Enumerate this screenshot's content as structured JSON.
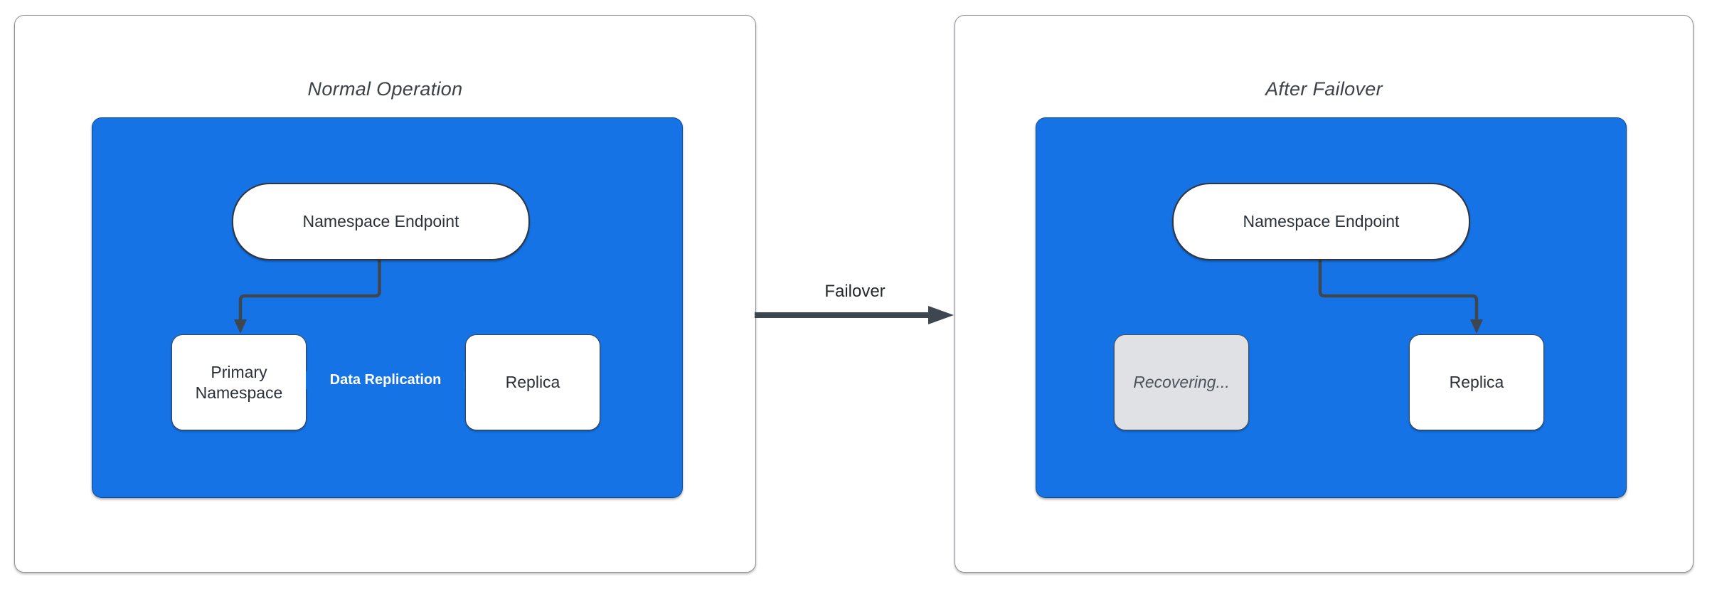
{
  "diagram": {
    "left_panel": {
      "title": "Normal Operation",
      "endpoint_label": "Namespace Endpoint",
      "primary_label": "Primary Namespace",
      "replica_label": "Replica",
      "replication_arrow_label": "Data Replication"
    },
    "middle": {
      "failover_arrow_label": "Failover"
    },
    "right_panel": {
      "title": "After Failover",
      "endpoint_label": "Namespace Endpoint",
      "recovering_label": "Recovering...",
      "replica_label": "Replica"
    },
    "colors": {
      "container_fill_blue": "#1573E6",
      "arrow_dark": "#3E464F",
      "recovering_fill": "#DFE1E4",
      "recovering_text": "#4D545C",
      "panel_border": "#8B9096",
      "node_fill": "#FFFFFF",
      "node_text": "#2B3138"
    }
  }
}
